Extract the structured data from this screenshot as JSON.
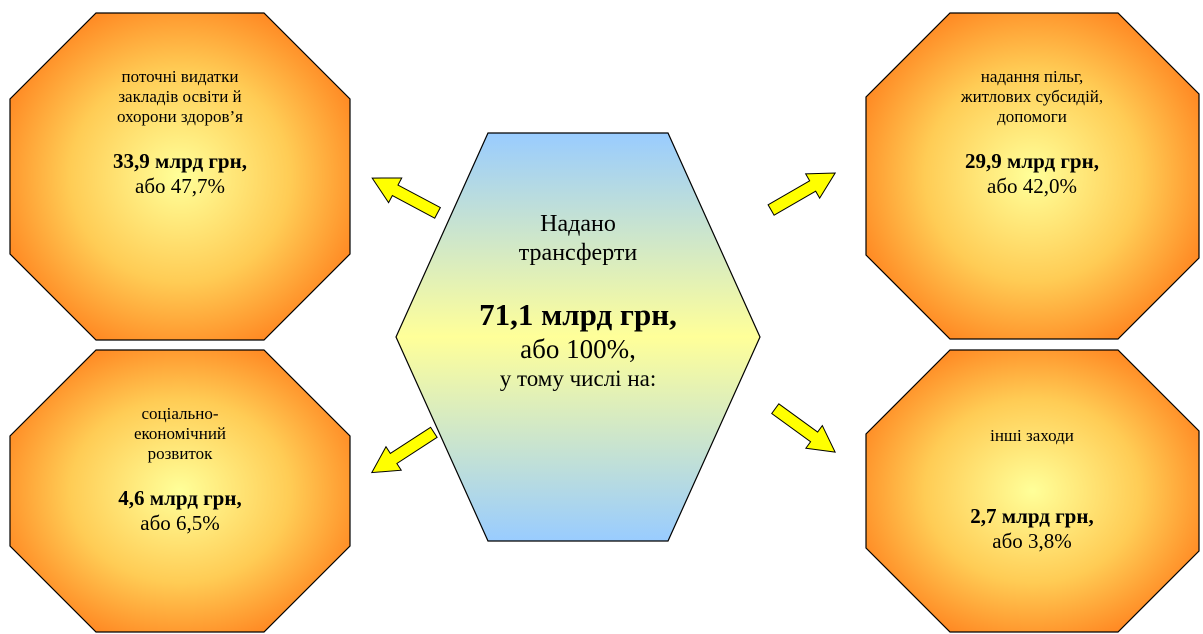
{
  "center": {
    "title_line1": "Надано",
    "title_line2": "трансферти",
    "amount": "71,1 млрд грн,",
    "percent": "або 100%,",
    "subtitle": "у тому числі на:"
  },
  "boxes": {
    "top_left": {
      "line1": "поточні видатки",
      "line2": "закладів освіти й",
      "line3": "охорони здоров’я",
      "amount": "33,9 млрд грн,",
      "percent": "або 47,7%"
    },
    "top_right": {
      "line1": "надання пільг,",
      "line2": "житлових субсидій,",
      "line3": "допомоги",
      "amount": "29,9 млрд грн,",
      "percent": "або 42,0%"
    },
    "bottom_left": {
      "line1": "соціально-",
      "line2": "економічний",
      "line3": "розвиток",
      "amount": "4,6 млрд грн,",
      "percent": "або 6,5%"
    },
    "bottom_right": {
      "line1": "інші заходи",
      "amount": "2,7 млрд грн,",
      "percent": "або 3,8%"
    }
  },
  "colors": {
    "hexagon_top": "#99ccff",
    "hexagon_mid": "#ffff99",
    "hexagon_bottom": "#99ccff",
    "octagon_inner": "#ffff99",
    "octagon_outer": "#ff5a00",
    "arrow_fill": "#ffff00",
    "outline": "#000000"
  }
}
